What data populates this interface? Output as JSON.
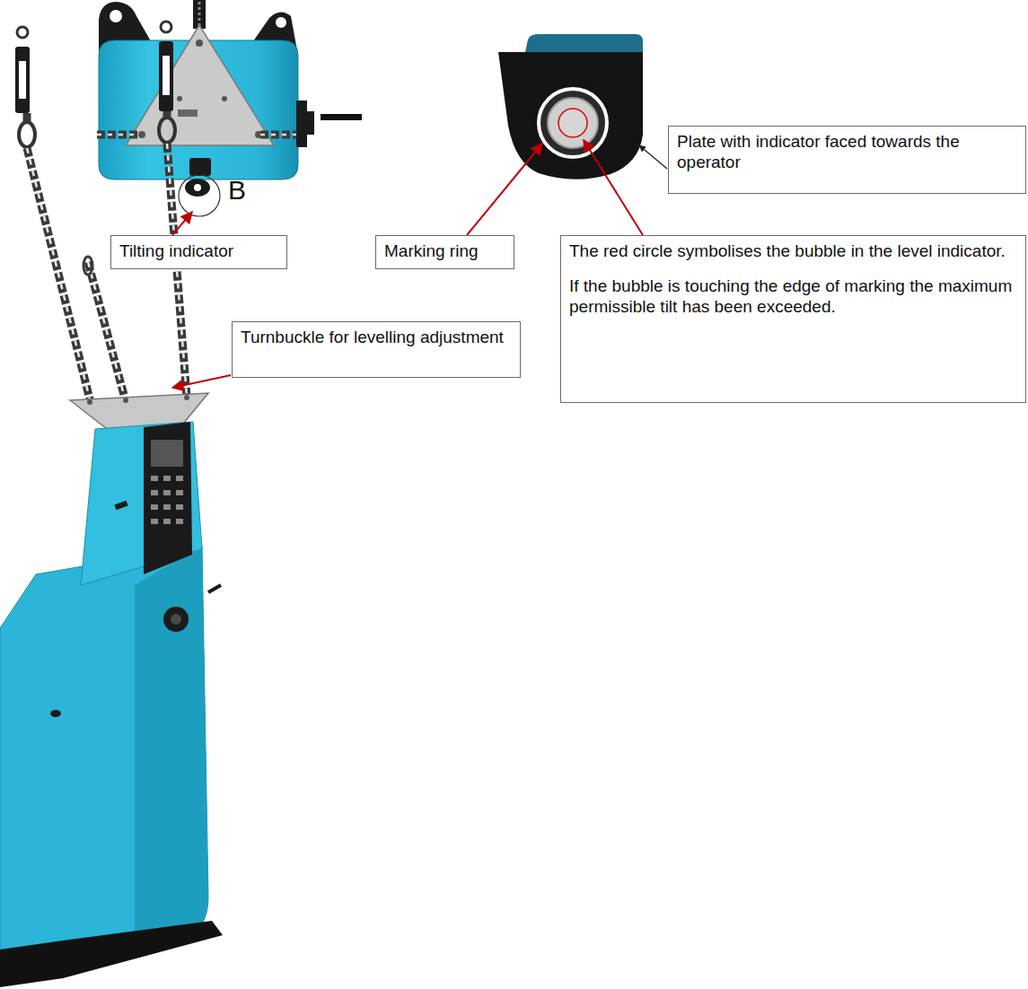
{
  "diagram": {
    "nodes": [
      {
        "text": [
          "Plate with indicator faced towards the operator"
        ]
      },
      {
        "text": [
          "Tilting indicator"
        ]
      },
      {
        "text": [
          "Marking ring"
        ]
      },
      {
        "text": [
          "The red circle symbolises the bubble in the level indicator.",
          "If the bubble is touching the edge of marking the maximum permissible tilt has been exceeded."
        ]
      },
      {
        "text": [
          "Turnbuckle for levelling adjustment"
        ]
      }
    ],
    "labels": [
      "B"
    ]
  }
}
